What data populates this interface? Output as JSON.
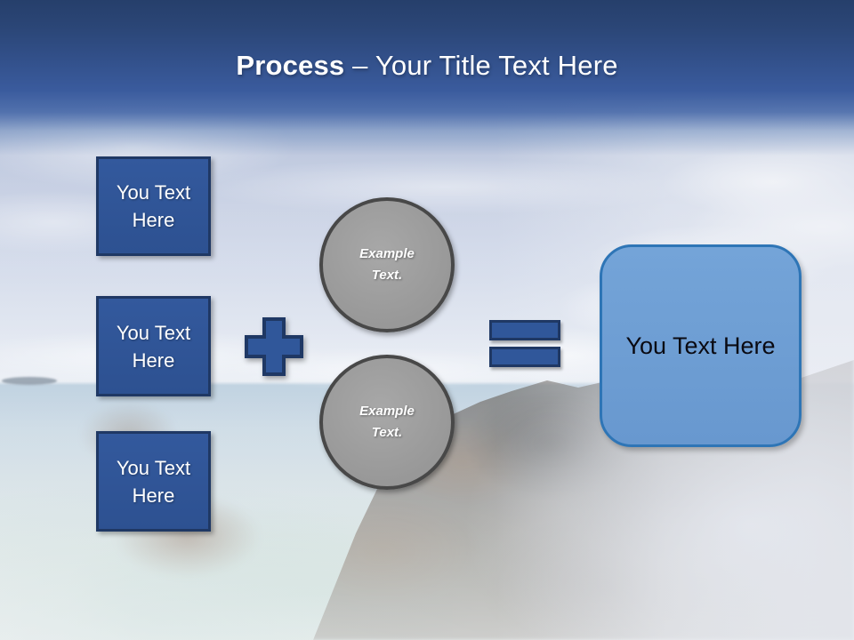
{
  "title": {
    "bold": "Process",
    "rest": " – Your Title Text Here"
  },
  "steps": [
    {
      "label": "You Text Here"
    },
    {
      "label": "You Text Here"
    },
    {
      "label": "You Text Here"
    }
  ],
  "examples": [
    {
      "label": "Example Text."
    },
    {
      "label": "Example Text."
    }
  ],
  "result": {
    "label": "You Text Here"
  },
  "operators": {
    "plus": "+",
    "equals": "="
  },
  "colors": {
    "header_top": "#263F6B",
    "header_bottom": "#3A5B9D",
    "step_fill": "#30579A",
    "step_border": "#1F3864",
    "circle_fill": "#A0A0A0",
    "circle_border": "#484848",
    "result_fill": "#6FA0D6",
    "result_border": "#2E75B6",
    "title_text": "#FFFFFF",
    "result_text": "#000000"
  }
}
